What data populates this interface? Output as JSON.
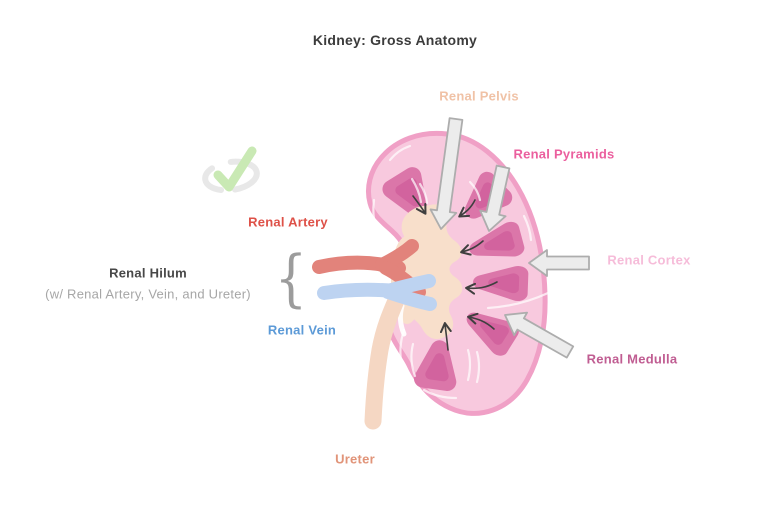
{
  "title": "Kidney: Gross Anatomy",
  "labels": {
    "renal_pelvis": "Renal Pelvis",
    "renal_pyramids": "Renal Pyramids",
    "renal_artery": "Renal Artery",
    "renal_hilum": "Renal Hilum",
    "renal_hilum_sub": "(w/ Renal Artery, Vein, and Ureter)",
    "renal_vein": "Renal Vein",
    "renal_cortex": "Renal Cortex",
    "renal_medulla": "Renal Medulla",
    "ureter": "Ureter",
    "hilum_brace": "{"
  },
  "icons": {
    "watermark": "checkmark-with-swirl-icon",
    "pointer_arrows": [
      "renal-pelvis-arrow",
      "renal-pyramids-arrow",
      "renal-cortex-arrow",
      "renal-medulla-arrow"
    ]
  },
  "colors": {
    "c-title": "#3c3c3c",
    "c-pelvis": "#f0c2a6",
    "c-pyramids": "#eb5f9e",
    "c-artery": "#de5148",
    "c-hilum": "#474747",
    "c-hilum-sub": "#a6a6a6",
    "c-brace": "#9c9c9c",
    "c-vein": "#5c9ad7",
    "c-cortex": "#f6bcd9",
    "c-medulla": "#c05d92",
    "c-ureter": "#e19479",
    "kidney-fill": "#f8c9de",
    "kidney-stroke": "#f0a0c6",
    "pyramid": "#db76a9",
    "pyramid-dark": "#d2639e",
    "pelvis-fill": "#f8dfcb",
    "artery": "#e2837b",
    "vein": "#bdd3f1",
    "ureter-v": "#f5d7c3",
    "arrow-fill": "#ececec",
    "arrow-stroke": "#adadad",
    "thin-arrow": "#3f3f3f",
    "wm-green": "#c9e9b4",
    "wm-gray": "#e4e4e4"
  }
}
